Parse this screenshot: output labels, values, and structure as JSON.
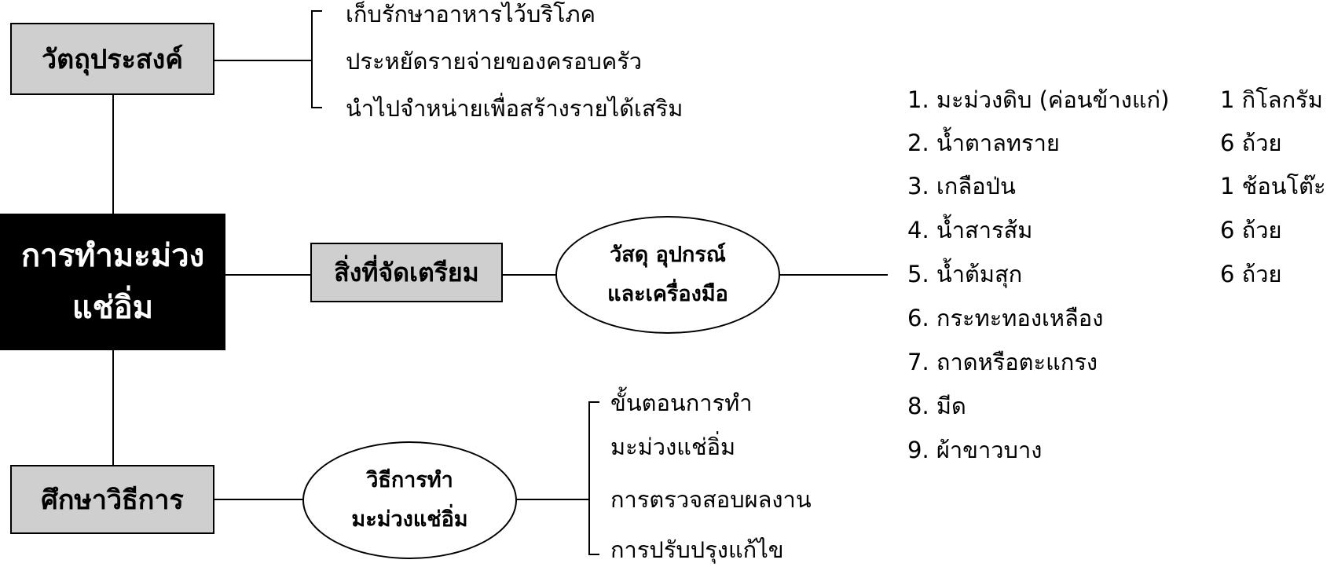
{
  "center": {
    "line1": "การทำมะม่วง",
    "line2": "แช่อิ่ม"
  },
  "objective": {
    "label": "วัตถุประสงค์",
    "items": [
      "เก็บรักษาอาหารไว้บริโภค",
      "ประหยัดรายจ่ายของครอบครัว",
      "นำไปจำหน่ายเพื่อสร้างรายได้เสริม"
    ]
  },
  "preparation": {
    "label": "สิ่งที่จัดเตรียม",
    "oval": {
      "line1": "วัสดุ อุปกรณ์",
      "line2": "และเครื่องมือ"
    },
    "materials": [
      {
        "name": "1. มะม่วงดิบ (ค่อนข้างแก่)",
        "qty": "1 กิโลกรัม"
      },
      {
        "name": "2. น้ำตาลทราย",
        "qty": "6 ถ้วย"
      },
      {
        "name": "3. เกลือป่น",
        "qty": "1 ช้อนโต๊ะ"
      },
      {
        "name": "4. น้ำสารส้ม",
        "qty": "6 ถ้วย"
      },
      {
        "name": "5. น้ำต้มสุก",
        "qty": "6 ถ้วย"
      },
      {
        "name": "6. กระทะทองเหลือง",
        "qty": ""
      },
      {
        "name": "7. ถาดหรือตะแกรง",
        "qty": ""
      },
      {
        "name": "8. มีด",
        "qty": ""
      },
      {
        "name": "9. ผ้าขาวบาง",
        "qty": ""
      }
    ]
  },
  "method": {
    "label": "ศึกษาวิธีการ",
    "oval": {
      "line1": "วิธีการทำ",
      "line2": "มะม่วงแช่อิ่ม"
    },
    "steps": [
      {
        "line1": "ขั้นตอนการทำ",
        "line2": "มะม่วงแช่อิ่ม"
      },
      {
        "line1": "การตรวจสอบผลงาน"
      },
      {
        "line1": "การปรับปรุงแก้ไข"
      }
    ]
  }
}
